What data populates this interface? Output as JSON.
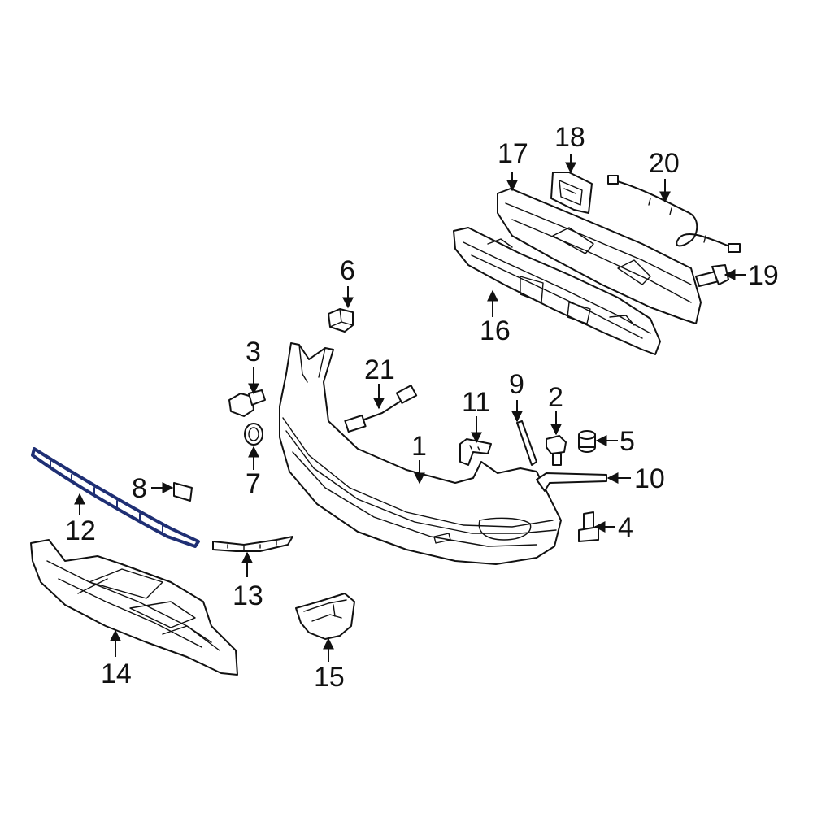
{
  "callouts": {
    "c1": "1",
    "c2": "2",
    "c3": "3",
    "c4": "4",
    "c5": "5",
    "c6": "6",
    "c7": "7",
    "c8": "8",
    "c9": "9",
    "c10": "10",
    "c11": "11",
    "c12": "12",
    "c13": "13",
    "c14": "14",
    "c15": "15",
    "c16": "16",
    "c17": "17",
    "c18": "18",
    "c19": "19",
    "c20": "20",
    "c21": "21"
  },
  "highlight_color": "#1f2f74",
  "highlighted_part": "12"
}
